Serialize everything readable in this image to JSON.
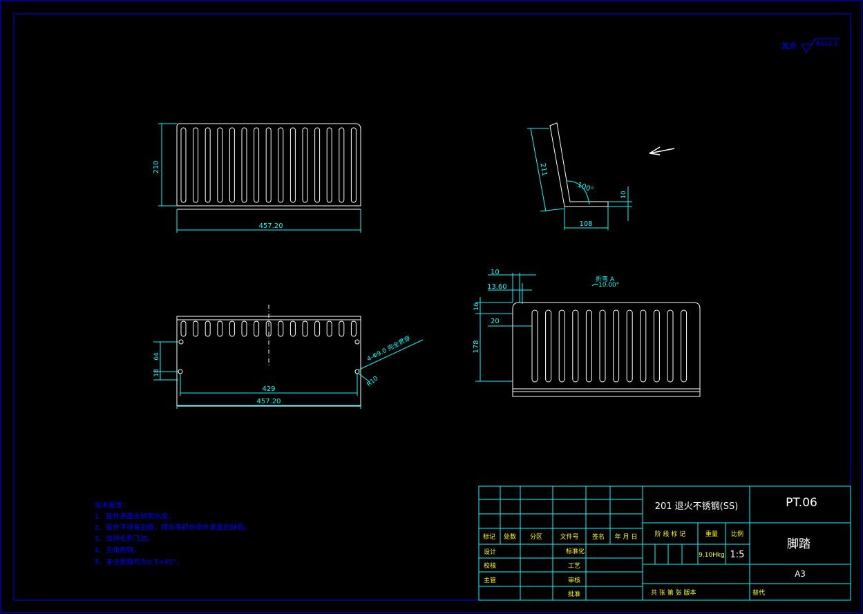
{
  "colors": {
    "background": "#000000",
    "frame": "#0000ff",
    "geometry": "#ffffff",
    "dimension": "#00ffff",
    "notes": "#0000ff",
    "title_text": "#ffffff",
    "table_labels": "#ffff00"
  },
  "roughness": {
    "label": "其余",
    "value": "Ra12.5"
  },
  "front_view": {
    "height_dim": "210",
    "width_dim": "457.20",
    "slot_count": 15
  },
  "top_view": {
    "dim_64": "64",
    "dim_18": "18",
    "dim_429": "429",
    "dim_457": "457.20",
    "hole_callout": "4-Φ9.0 完全贯穿",
    "radius": "R10",
    "hole_count": 4
  },
  "side_view": {
    "length_dim": "211",
    "angle_dim": "100°",
    "thickness_dim": "10",
    "base_dim": "108"
  },
  "detail_view": {
    "dim_10": "10",
    "dim_13_60": "13.60",
    "dim_16": "16",
    "dim_20": "20",
    "dim_178": "178",
    "bend_label": "折弯 A",
    "bend_angle": "10.00°",
    "slot_count": 12
  },
  "tech_notes": {
    "title": "技术要求：",
    "items": [
      "1、钣件表面去除氧化皮。",
      "2、钣件不得有划痕，擦伤等损伤零件表面的缺陷。",
      "3、去除毛刺飞边。",
      "4、尖角倒钝。",
      "5、未注倒角均为0.5×45°。"
    ]
  },
  "title_block": {
    "material": "201 退火不锈钢(SS)",
    "part_no": "PT.06",
    "part_name": "脚踏",
    "sheet_size": "A3",
    "weight": "9.10Hkg",
    "scale": "1:5",
    "col_headers": [
      "标记",
      "处数",
      "分区",
      "文件号",
      "签名",
      "年 月 日"
    ],
    "stage_headers": [
      "阶 段 标 记",
      "重量",
      "比例"
    ],
    "role_labels": [
      "设计",
      "校核",
      "主管"
    ],
    "right_role_labels": [
      "标准化",
      "工艺",
      "审核",
      "批准"
    ],
    "bottom_left": "共  张  第  张  版本",
    "bottom_right": "替代"
  }
}
